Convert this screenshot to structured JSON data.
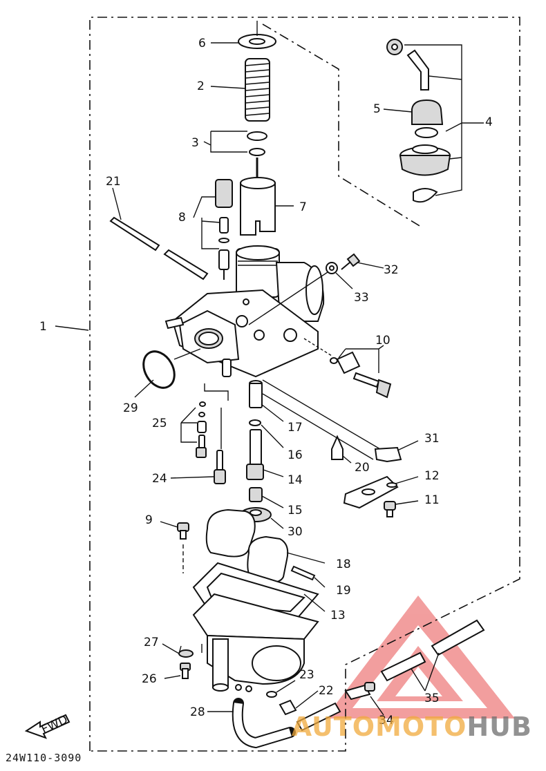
{
  "diagram": {
    "ref_code": "24W110-3090",
    "fwd_label": "FWD",
    "callouts": [
      "1",
      "2",
      "3",
      "4",
      "5",
      "6",
      "7",
      "8",
      "9",
      "10",
      "11",
      "12",
      "13",
      "14",
      "15",
      "16",
      "17",
      "18",
      "19",
      "20",
      "21",
      "22",
      "23",
      "24",
      "25",
      "26",
      "27",
      "28",
      "29",
      "30",
      "31",
      "32",
      "33",
      "34",
      "35"
    ]
  },
  "watermark": {
    "auto": "AUTO",
    "moto": "MOTO",
    "hub": "HUB",
    "colors": {
      "triangle": "#e85050",
      "auto_moto": "#f0a83c",
      "hub": "#6e6e6e"
    }
  }
}
